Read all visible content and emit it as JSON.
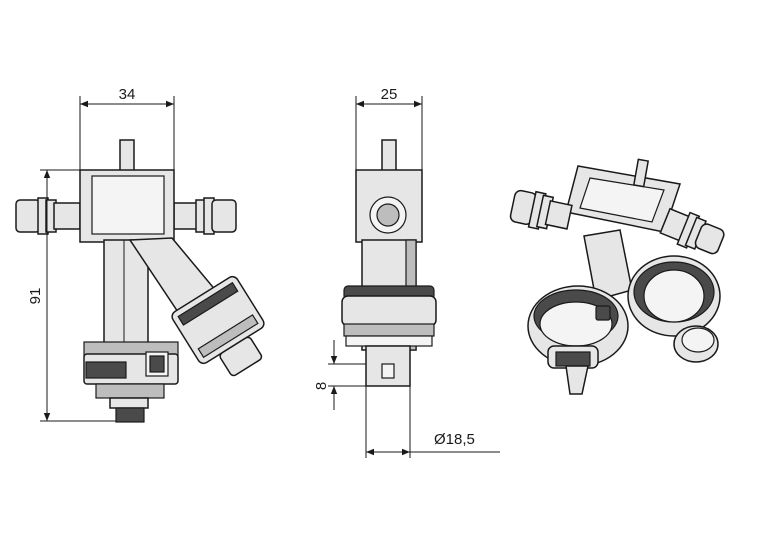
{
  "dimensions": {
    "front_width": "34",
    "front_height": "91",
    "side_width": "25",
    "side_offset": "8",
    "side_diameter": "Ø18,5"
  }
}
